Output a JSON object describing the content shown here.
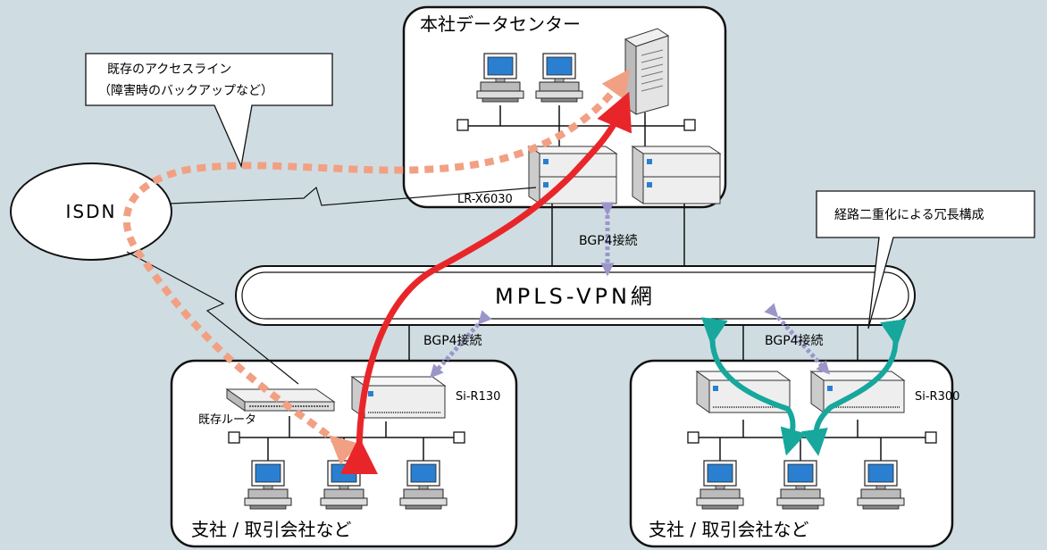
{
  "diagram": {
    "hq_title": "本社データセンター",
    "branch_left_title": "支社 / 取引会社など",
    "branch_right_title": "支社 / 取引会社など",
    "mpls_label": "MPLS-VPN網",
    "isdn_label": "ISDN",
    "callout_existing_line1": "既存のアクセスライン",
    "callout_existing_line2": "（障害時のバックアップなど）",
    "callout_redundancy": "経路二重化による冗長構成",
    "router_hq": "LR-X6030",
    "router_left": "Si-R130",
    "router_right": "Si-R300",
    "router_existing": "既存ルータ",
    "bgp_hq": "BGP4接続",
    "bgp_left": "BGP4接続",
    "bgp_right": "BGP4接続"
  },
  "colors": {
    "background": "#cfdde2",
    "red_path": "#e8262a",
    "dashed_path": "#f2a083",
    "teal_path": "#17a79c",
    "bgp_arrow": "#9b96c9"
  }
}
